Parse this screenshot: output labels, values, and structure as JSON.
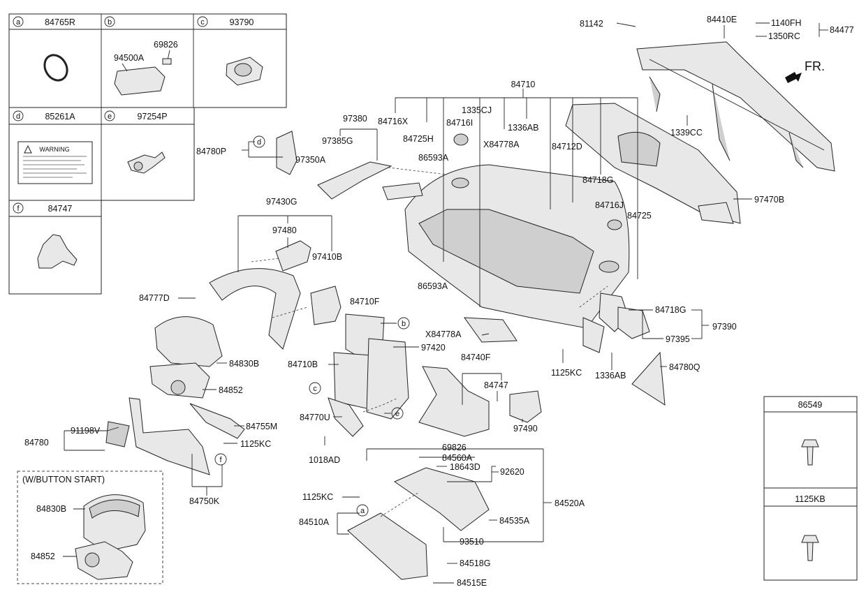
{
  "legend_boxes": [
    {
      "letter": "a",
      "part": "84765R"
    },
    {
      "letter": "b",
      "part": ""
    },
    {
      "letter": "c",
      "part": "93790"
    },
    {
      "letter": "d",
      "part": "85261A"
    },
    {
      "letter": "e",
      "part": "97254P"
    },
    {
      "letter": "f",
      "part": "84747"
    }
  ],
  "legend_b_parts": [
    "94500A",
    "69826"
  ],
  "warning_label_heading": "WARNING",
  "variant_title": "(W/BUTTON START)",
  "direction_label": "FR.",
  "right_boxes": [
    "86549",
    "1125KB"
  ],
  "callout_letters": [
    "d",
    "b",
    "c",
    "e",
    "f",
    "a"
  ],
  "labels": [
    "84710",
    "81142",
    "84410E",
    "1140FH",
    "1350RC",
    "84477",
    "1335CJ",
    "1336AB",
    "97380",
    "84716X",
    "84716I",
    "84725H",
    "97385G",
    "X84778A",
    "84712D",
    "1339CC",
    "84780P",
    "97350A",
    "86593A",
    "84718G",
    "97470B",
    "84716J",
    "84725",
    "97430G",
    "97480",
    "97410B",
    "86593A",
    "84777D",
    "84710F",
    "84718G",
    "97390",
    "X84778A",
    "97395",
    "84830B",
    "97420",
    "84740F",
    "1125KC",
    "84710B",
    "1336AB",
    "84780Q",
    "84852",
    "84747",
    "84770U",
    "84755M",
    "97490",
    "91198V",
    "84780",
    "1125KC",
    "1018AD",
    "69826",
    "84560A",
    "18643D",
    "92620",
    "84750K",
    "1125KC",
    "84520A",
    "84830B",
    "84510A",
    "84535A",
    "93510",
    "84852",
    "84518G",
    "84515E"
  ]
}
